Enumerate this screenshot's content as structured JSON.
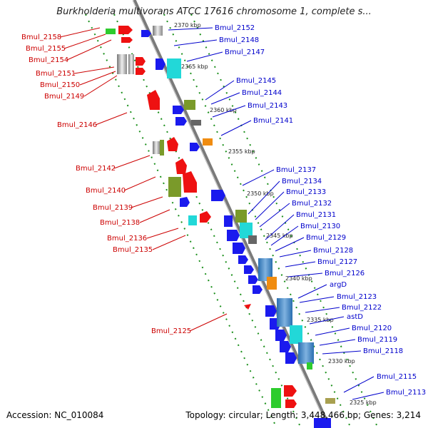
{
  "title": "Burkholderia multivorans ATCC 17616 chromosome 1, complete s...",
  "footer": {
    "accession": "Accession: NC_010084",
    "summary": "Topology: circular; Length: 3,448,466 bp; Genes: 3,214"
  },
  "colors": {
    "label_left": "#cc0000",
    "label_right": "#0000cc",
    "backbone": "#888888",
    "track_dots": "#1a8f1a"
  },
  "left_labels": [
    "Bmul_2158",
    "Bmul_2155",
    "Bmul_2154",
    "Bmul_2151",
    "Bmul_2150",
    "Bmul_2149",
    "Bmul_2146",
    "Bmul_2142",
    "Bmul_2140",
    "Bmul_2139",
    "Bmul_2138",
    "Bmul_2136",
    "Bmul_2135",
    "Bmul_2125"
  ],
  "right_labels": [
    "Bmul_2152",
    "Bmul_2148",
    "Bmul_2147",
    "Bmul_2145",
    "Bmul_2144",
    "Bmul_2143",
    "Bmul_2141",
    "Bmul_2137",
    "Bmul_2134",
    "Bmul_2133",
    "Bmul_2132",
    "Bmul_2131",
    "Bmul_2130",
    "Bmul_2129",
    "Bmul_2128",
    "Bmul_2127",
    "Bmul_2126",
    "argD",
    "Bmul_2123",
    "Bmul_2122",
    "astD",
    "Bmul_2120",
    "Bmul_2119",
    "Bmul_2118",
    "Bmul_2115",
    "Bmul_2113"
  ],
  "kbp_ticks": [
    "2370 kbp",
    "2365 kbp",
    "2360 kbp",
    "2355 kbp",
    "2350 kbp",
    "2345 kbp",
    "2340 kbp",
    "2335 kbp",
    "2330 kbp",
    "2325 kbp"
  ]
}
